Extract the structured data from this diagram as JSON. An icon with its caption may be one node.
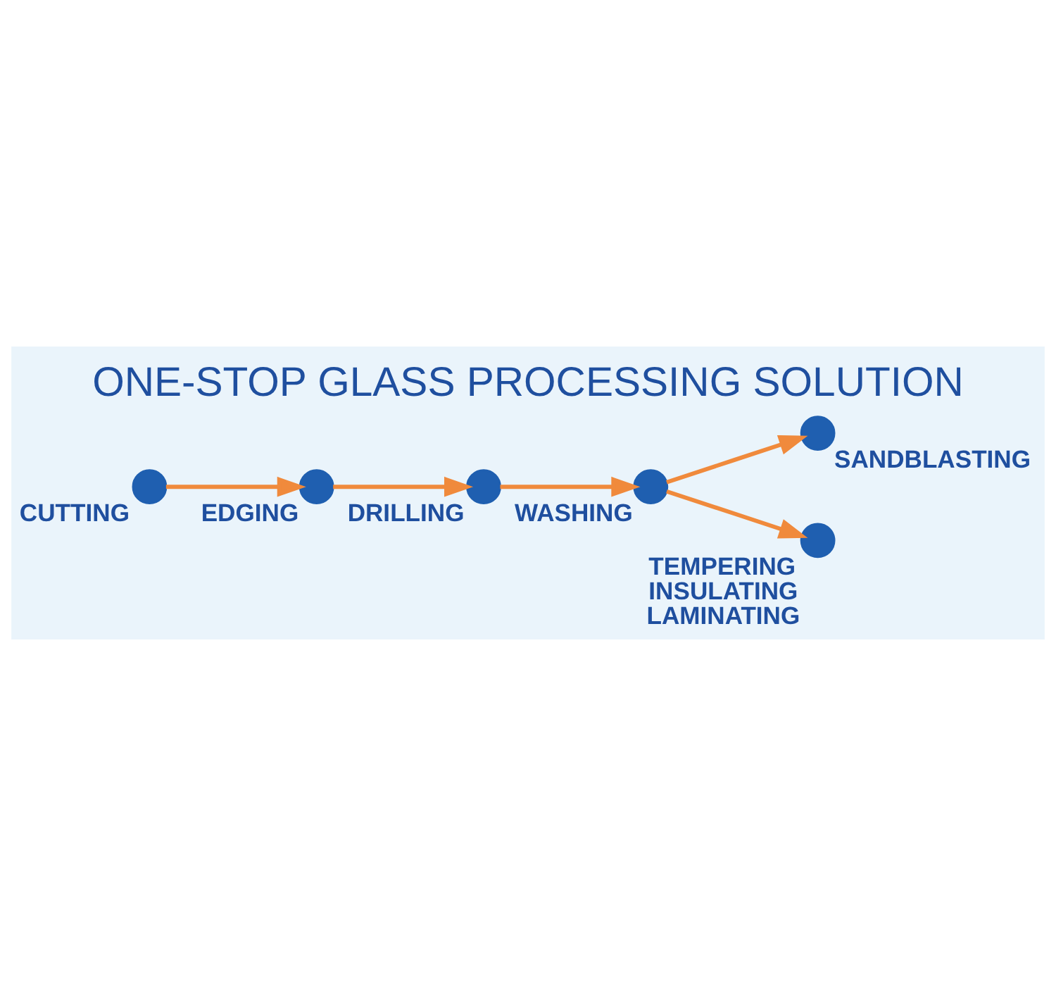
{
  "diagram": {
    "title": "ONE-STOP GLASS PROCESSING SOLUTION",
    "nodes": [
      {
        "text": [],
        "shape": "circle",
        "beside": [
          "CUTTING"
        ]
      },
      {
        "text": [],
        "shape": "circle",
        "beside": [
          "EDGING"
        ]
      },
      {
        "text": [],
        "shape": "circle",
        "beside": [
          "DRILLING"
        ]
      },
      {
        "text": [],
        "shape": "circle",
        "beside": [
          "WASHING"
        ]
      },
      {
        "text": [],
        "shape": "circle",
        "beside": [
          "SANDBLASTING"
        ]
      },
      {
        "text": [],
        "shape": "circle",
        "beside": [
          "TEMPERING",
          "INSULATING",
          "LAMINATING"
        ]
      }
    ],
    "edges": [
      {
        "from": 0,
        "to": 1,
        "arrow": "to"
      },
      {
        "from": 1,
        "to": 2,
        "arrow": "to"
      },
      {
        "from": 2,
        "to": 3,
        "arrow": "to"
      },
      {
        "from": 3,
        "to": 4,
        "arrow": "to"
      },
      {
        "from": 3,
        "to": 5,
        "arrow": "to"
      }
    ]
  }
}
